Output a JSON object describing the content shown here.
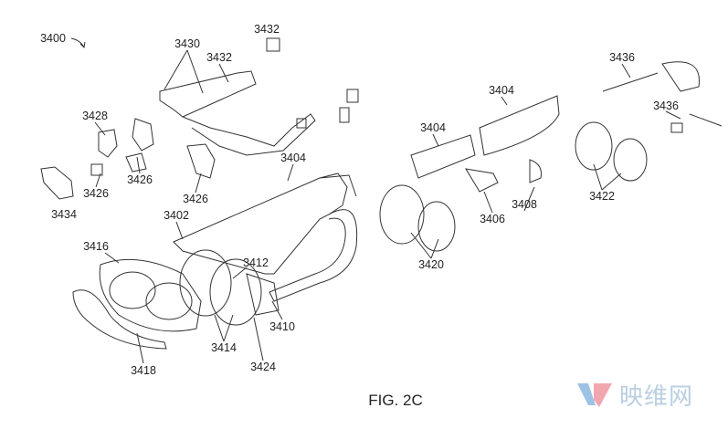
{
  "figure": {
    "caption": "FIG. 2C",
    "labels": [
      "3400",
      "3430",
      "3432",
      "3432",
      "3428",
      "3426",
      "3426",
      "3426",
      "3434",
      "3404",
      "3402",
      "3416",
      "3412",
      "3410",
      "3414",
      "3424",
      "3418",
      "3404",
      "3404",
      "3406",
      "3408",
      "3420",
      "3422",
      "3436",
      "3436"
    ]
  },
  "watermark": {
    "text": "映维网",
    "colors": {
      "blue": "#9cc3e6",
      "pink": "#f2a7b0"
    }
  }
}
